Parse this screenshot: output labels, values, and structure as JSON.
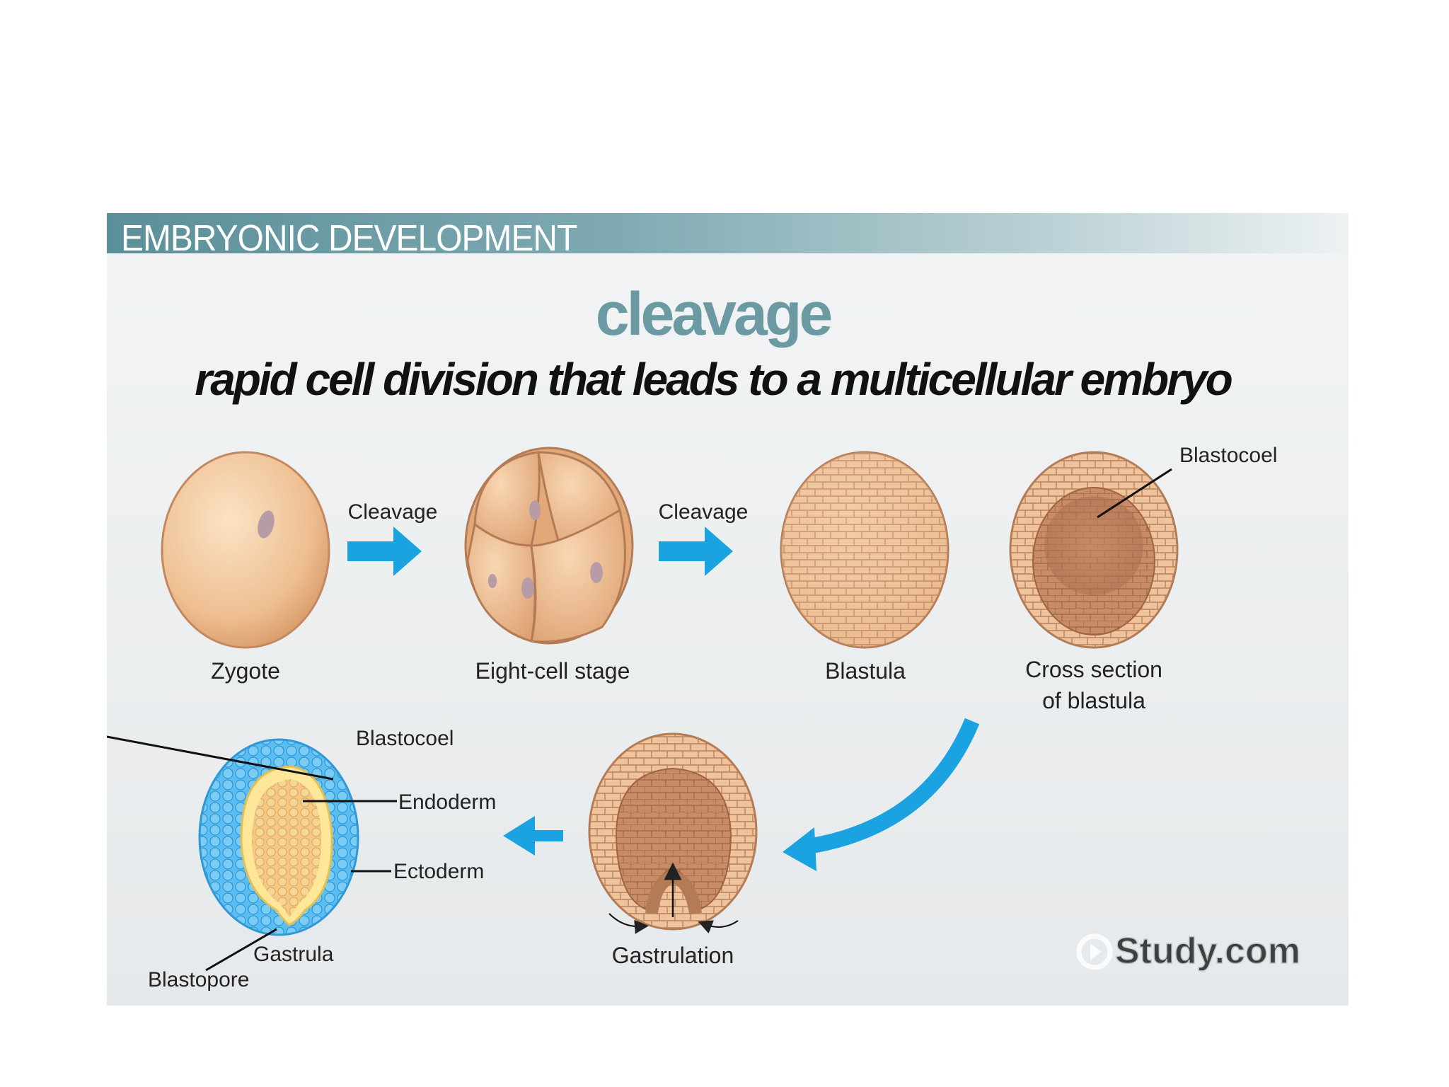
{
  "header": {
    "title": "EMBRYONIC DEVELOPMENT"
  },
  "title": "cleavage",
  "subtitle": "rapid cell division that leads to a multicellular embryo",
  "labels": {
    "arrow1": "Cleavage",
    "arrow2": "Cleavage",
    "zygote": "Zygote",
    "eight_cell": "Eight-cell stage",
    "blastula": "Blastula",
    "cross_section_1": "Cross section",
    "cross_section_2": "of blastula",
    "blastocoel_top": "Blastocoel",
    "blastocoel_gastrula": "Blastocoel",
    "endoderm": "Endoderm",
    "ectoderm": "Ectoderm",
    "gastrula": "Gastrula",
    "blastopore": "Blastopore",
    "gastrulation": "Gastrulation"
  },
  "watermark": "Study.com",
  "colors": {
    "header": "#5b8f99",
    "title": "#6b9aa2",
    "arrow": "#1aa3e0",
    "cell": "#e8b48c",
    "ectoderm": "#3aa7e0",
    "endoderm": "#f5d57a"
  }
}
